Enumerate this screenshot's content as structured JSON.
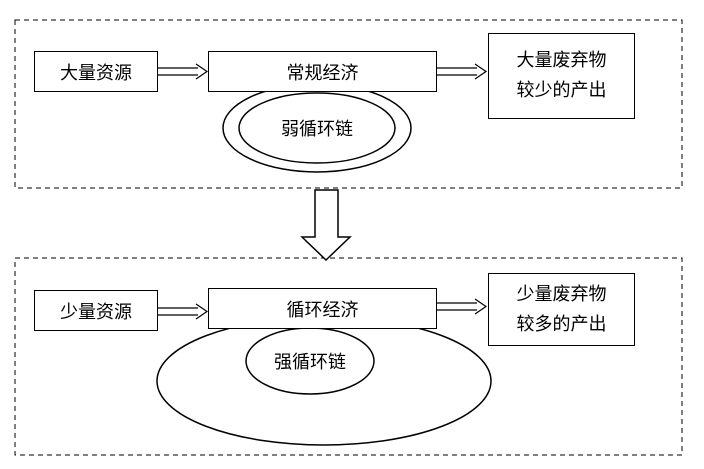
{
  "top": {
    "input": "大量资源",
    "process": "常规经济",
    "output_line1": "大量废弃物",
    "output_line2": "较少的产出",
    "cycle": "弱循环链"
  },
  "bottom": {
    "input": "少量资源",
    "process": "循环经济",
    "output_line1": "少量废弃物",
    "output_line2": "较多的产出",
    "cycle": "强循环链"
  },
  "colors": {
    "stroke": "#000000",
    "background": "#ffffff"
  },
  "icons": {
    "flow_arrow": "double-line-arrow-icon",
    "transition_arrow": "hollow-down-arrow-icon"
  }
}
